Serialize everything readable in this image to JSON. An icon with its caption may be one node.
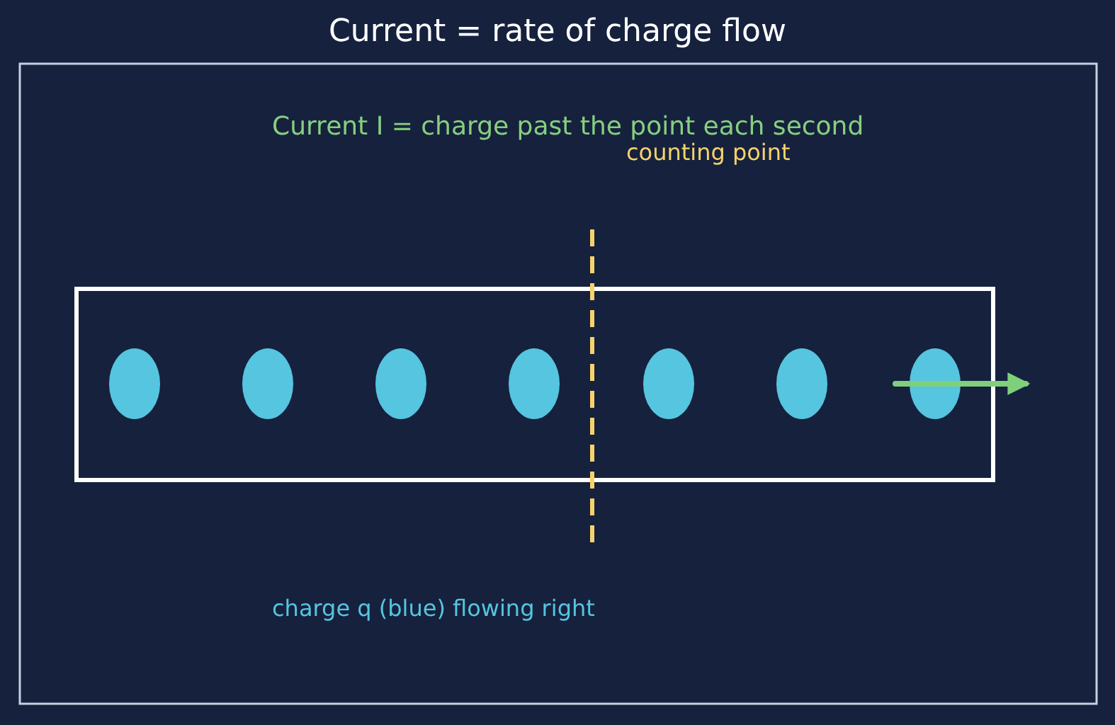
{
  "diagram": {
    "title": "Current = rate of charge flow",
    "labels": [
      "Current I = charge past the point each second",
      "counting point",
      "charge q (blue) flowing right"
    ]
  }
}
